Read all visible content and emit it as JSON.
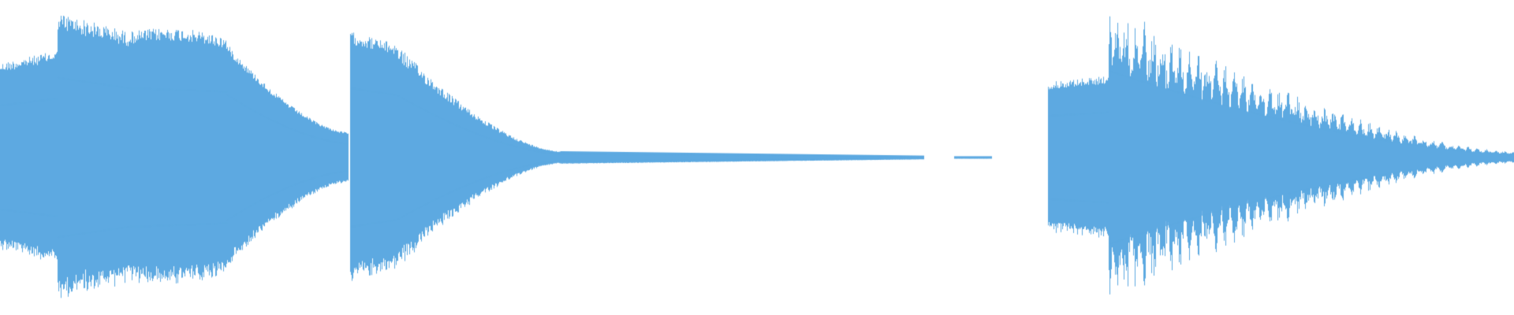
{
  "waveform": {
    "color": "#5DA9E1",
    "background": "#FFFFFF",
    "duration_fraction_note_free": true,
    "segments": [
      {
        "start": 0.0,
        "end": 0.038,
        "amp_start": 0.3,
        "amp_end": 0.34,
        "shape": "sustain",
        "mod": 0.1
      },
      {
        "start": 0.038,
        "end": 0.085,
        "amp_start": 0.46,
        "amp_end": 0.4,
        "shape": "sustain",
        "mod": 0.12
      },
      {
        "start": 0.085,
        "end": 0.15,
        "amp_start": 0.4,
        "amp_end": 0.38,
        "shape": "swell",
        "mod": 0.1
      },
      {
        "start": 0.15,
        "end": 0.23,
        "amp_start": 0.36,
        "amp_end": 0.08,
        "shape": "decay",
        "mod": 0.08
      },
      {
        "start": 0.231,
        "end": 0.262,
        "amp_start": 0.4,
        "amp_end": 0.36,
        "shape": "sustain",
        "mod": 0.1
      },
      {
        "start": 0.262,
        "end": 0.37,
        "amp_start": 0.36,
        "amp_end": 0.02,
        "shape": "decay",
        "mod": 0.14
      },
      {
        "start": 0.37,
        "end": 0.61,
        "amp_start": 0.02,
        "amp_end": 0.006,
        "shape": "tail",
        "mod": 0.0
      },
      {
        "start": 0.63,
        "end": 0.655,
        "amp_start": 0.004,
        "amp_end": 0.004,
        "shape": "tail",
        "mod": 0.0
      },
      {
        "start": 0.692,
        "end": 0.732,
        "amp_start": 0.24,
        "amp_end": 0.26,
        "shape": "sustain",
        "mod": 0.1
      },
      {
        "start": 0.732,
        "end": 1.0,
        "amp_start": 0.5,
        "amp_end": 0.02,
        "shape": "decay-beat",
        "mod": 0.28
      }
    ]
  }
}
